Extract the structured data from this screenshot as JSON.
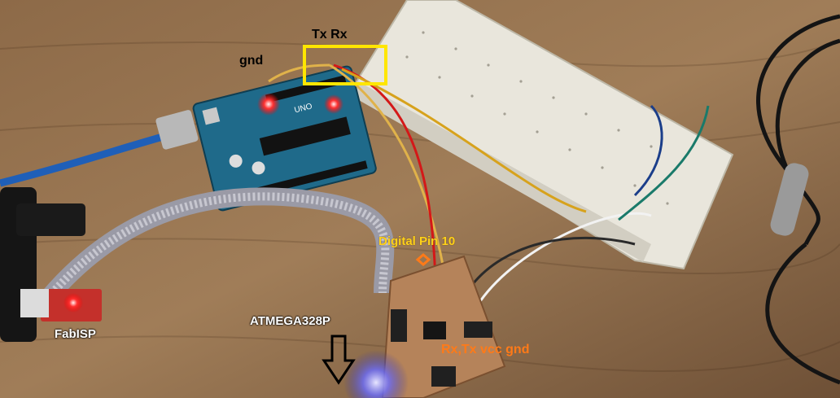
{
  "annotations": {
    "tx_rx": "Tx Rx",
    "gnd": "gnd",
    "digital_pin": "Digital Pin 10",
    "atmega": "ATMEGA328P",
    "fabisp": "FabISP",
    "rx_tx_vcc_gnd": "Rx,Tx vcc gnd"
  },
  "board_marking": "UNO",
  "colors": {
    "highlight_box": "#ffe600",
    "label_orange": "#ff7a18",
    "label_yellow": "#ffd21a"
  }
}
